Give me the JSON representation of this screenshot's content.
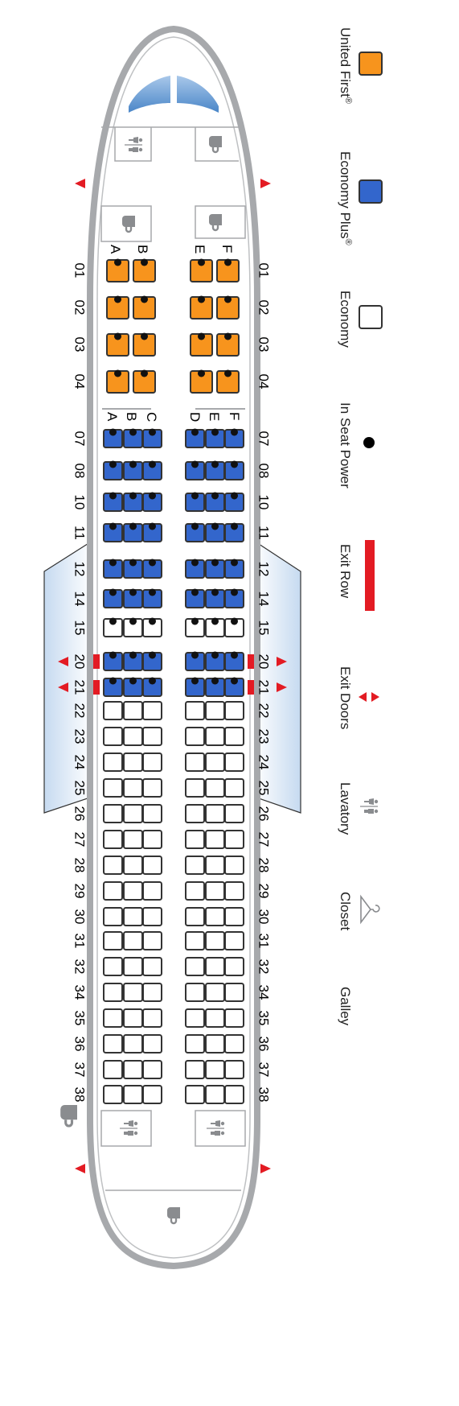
{
  "legend": {
    "first": "United First",
    "first_mark": "®",
    "plus": "Economy Plus",
    "plus_mark": "®",
    "economy": "Economy",
    "power": "In Seat Power",
    "exit_row": "Exit Row",
    "exit_doors": "Exit Doors",
    "lavatory": "Lavatory",
    "closet": "Closet",
    "galley": "Galley"
  },
  "colors": {
    "first": "#f7941d",
    "plus": "#3366cc",
    "economy": "#ffffff",
    "exit": "#e31b23",
    "fuselage": "#a7a9ac",
    "wing": "#dbe8f5"
  },
  "seat_letters": {
    "first_left": [
      "A",
      "B"
    ],
    "first_right": [
      "E",
      "F"
    ],
    "main_left": [
      "A",
      "B",
      "C"
    ],
    "main_right": [
      "D",
      "E",
      "F"
    ]
  },
  "first_rows": [
    "01",
    "02",
    "03",
    "04"
  ],
  "main_rows": [
    {
      "label": "07",
      "cls": "plus",
      "power": true,
      "exit": false
    },
    {
      "label": "08",
      "cls": "plus",
      "power": true,
      "exit": false
    },
    {
      "label": "10",
      "cls": "plus",
      "power": true,
      "exit": false
    },
    {
      "label": "11",
      "cls": "plus",
      "power": true,
      "exit": false
    },
    {
      "label": "12",
      "cls": "plus",
      "power": true,
      "exit": false
    },
    {
      "label": "14",
      "cls": "plus",
      "power": true,
      "exit": false
    },
    {
      "label": "15",
      "cls": "economy",
      "power": true,
      "exit": false
    },
    {
      "label": "20",
      "cls": "plus",
      "power": true,
      "exit": true
    },
    {
      "label": "21",
      "cls": "plus",
      "power": true,
      "exit": true
    },
    {
      "label": "22",
      "cls": "economy",
      "power": false,
      "exit": false
    },
    {
      "label": "23",
      "cls": "economy",
      "power": false,
      "exit": false
    },
    {
      "label": "24",
      "cls": "economy",
      "power": false,
      "exit": false
    },
    {
      "label": "25",
      "cls": "economy",
      "power": false,
      "exit": false
    },
    {
      "label": "26",
      "cls": "economy",
      "power": false,
      "exit": false
    },
    {
      "label": "27",
      "cls": "economy",
      "power": false,
      "exit": false
    },
    {
      "label": "28",
      "cls": "economy",
      "power": false,
      "exit": false
    },
    {
      "label": "29",
      "cls": "economy",
      "power": false,
      "exit": false
    },
    {
      "label": "30",
      "cls": "economy",
      "power": false,
      "exit": false
    },
    {
      "label": "31",
      "cls": "economy",
      "power": false,
      "exit": false
    },
    {
      "label": "32",
      "cls": "economy",
      "power": false,
      "exit": false
    },
    {
      "label": "34",
      "cls": "economy",
      "power": false,
      "exit": false
    },
    {
      "label": "35",
      "cls": "economy",
      "power": false,
      "exit": false
    },
    {
      "label": "36",
      "cls": "economy",
      "power": false,
      "exit": false
    },
    {
      "label": "37",
      "cls": "economy",
      "power": false,
      "exit": false
    },
    {
      "label": "38",
      "cls": "economy",
      "power": false,
      "exit": false
    }
  ]
}
